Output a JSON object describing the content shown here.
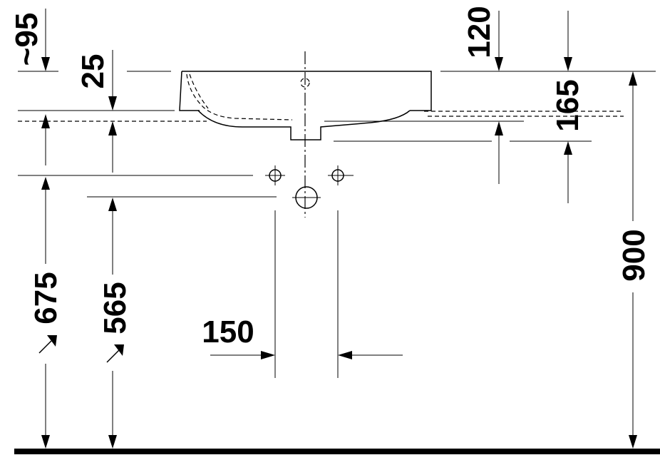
{
  "dimensions": {
    "approx_depth": "~95",
    "rim_thickness": "25",
    "tap_offset": "120",
    "bowl_height": "165",
    "waste_height": "675",
    "supply_height": "565",
    "total_height": "900",
    "supply_spacing": "150"
  }
}
